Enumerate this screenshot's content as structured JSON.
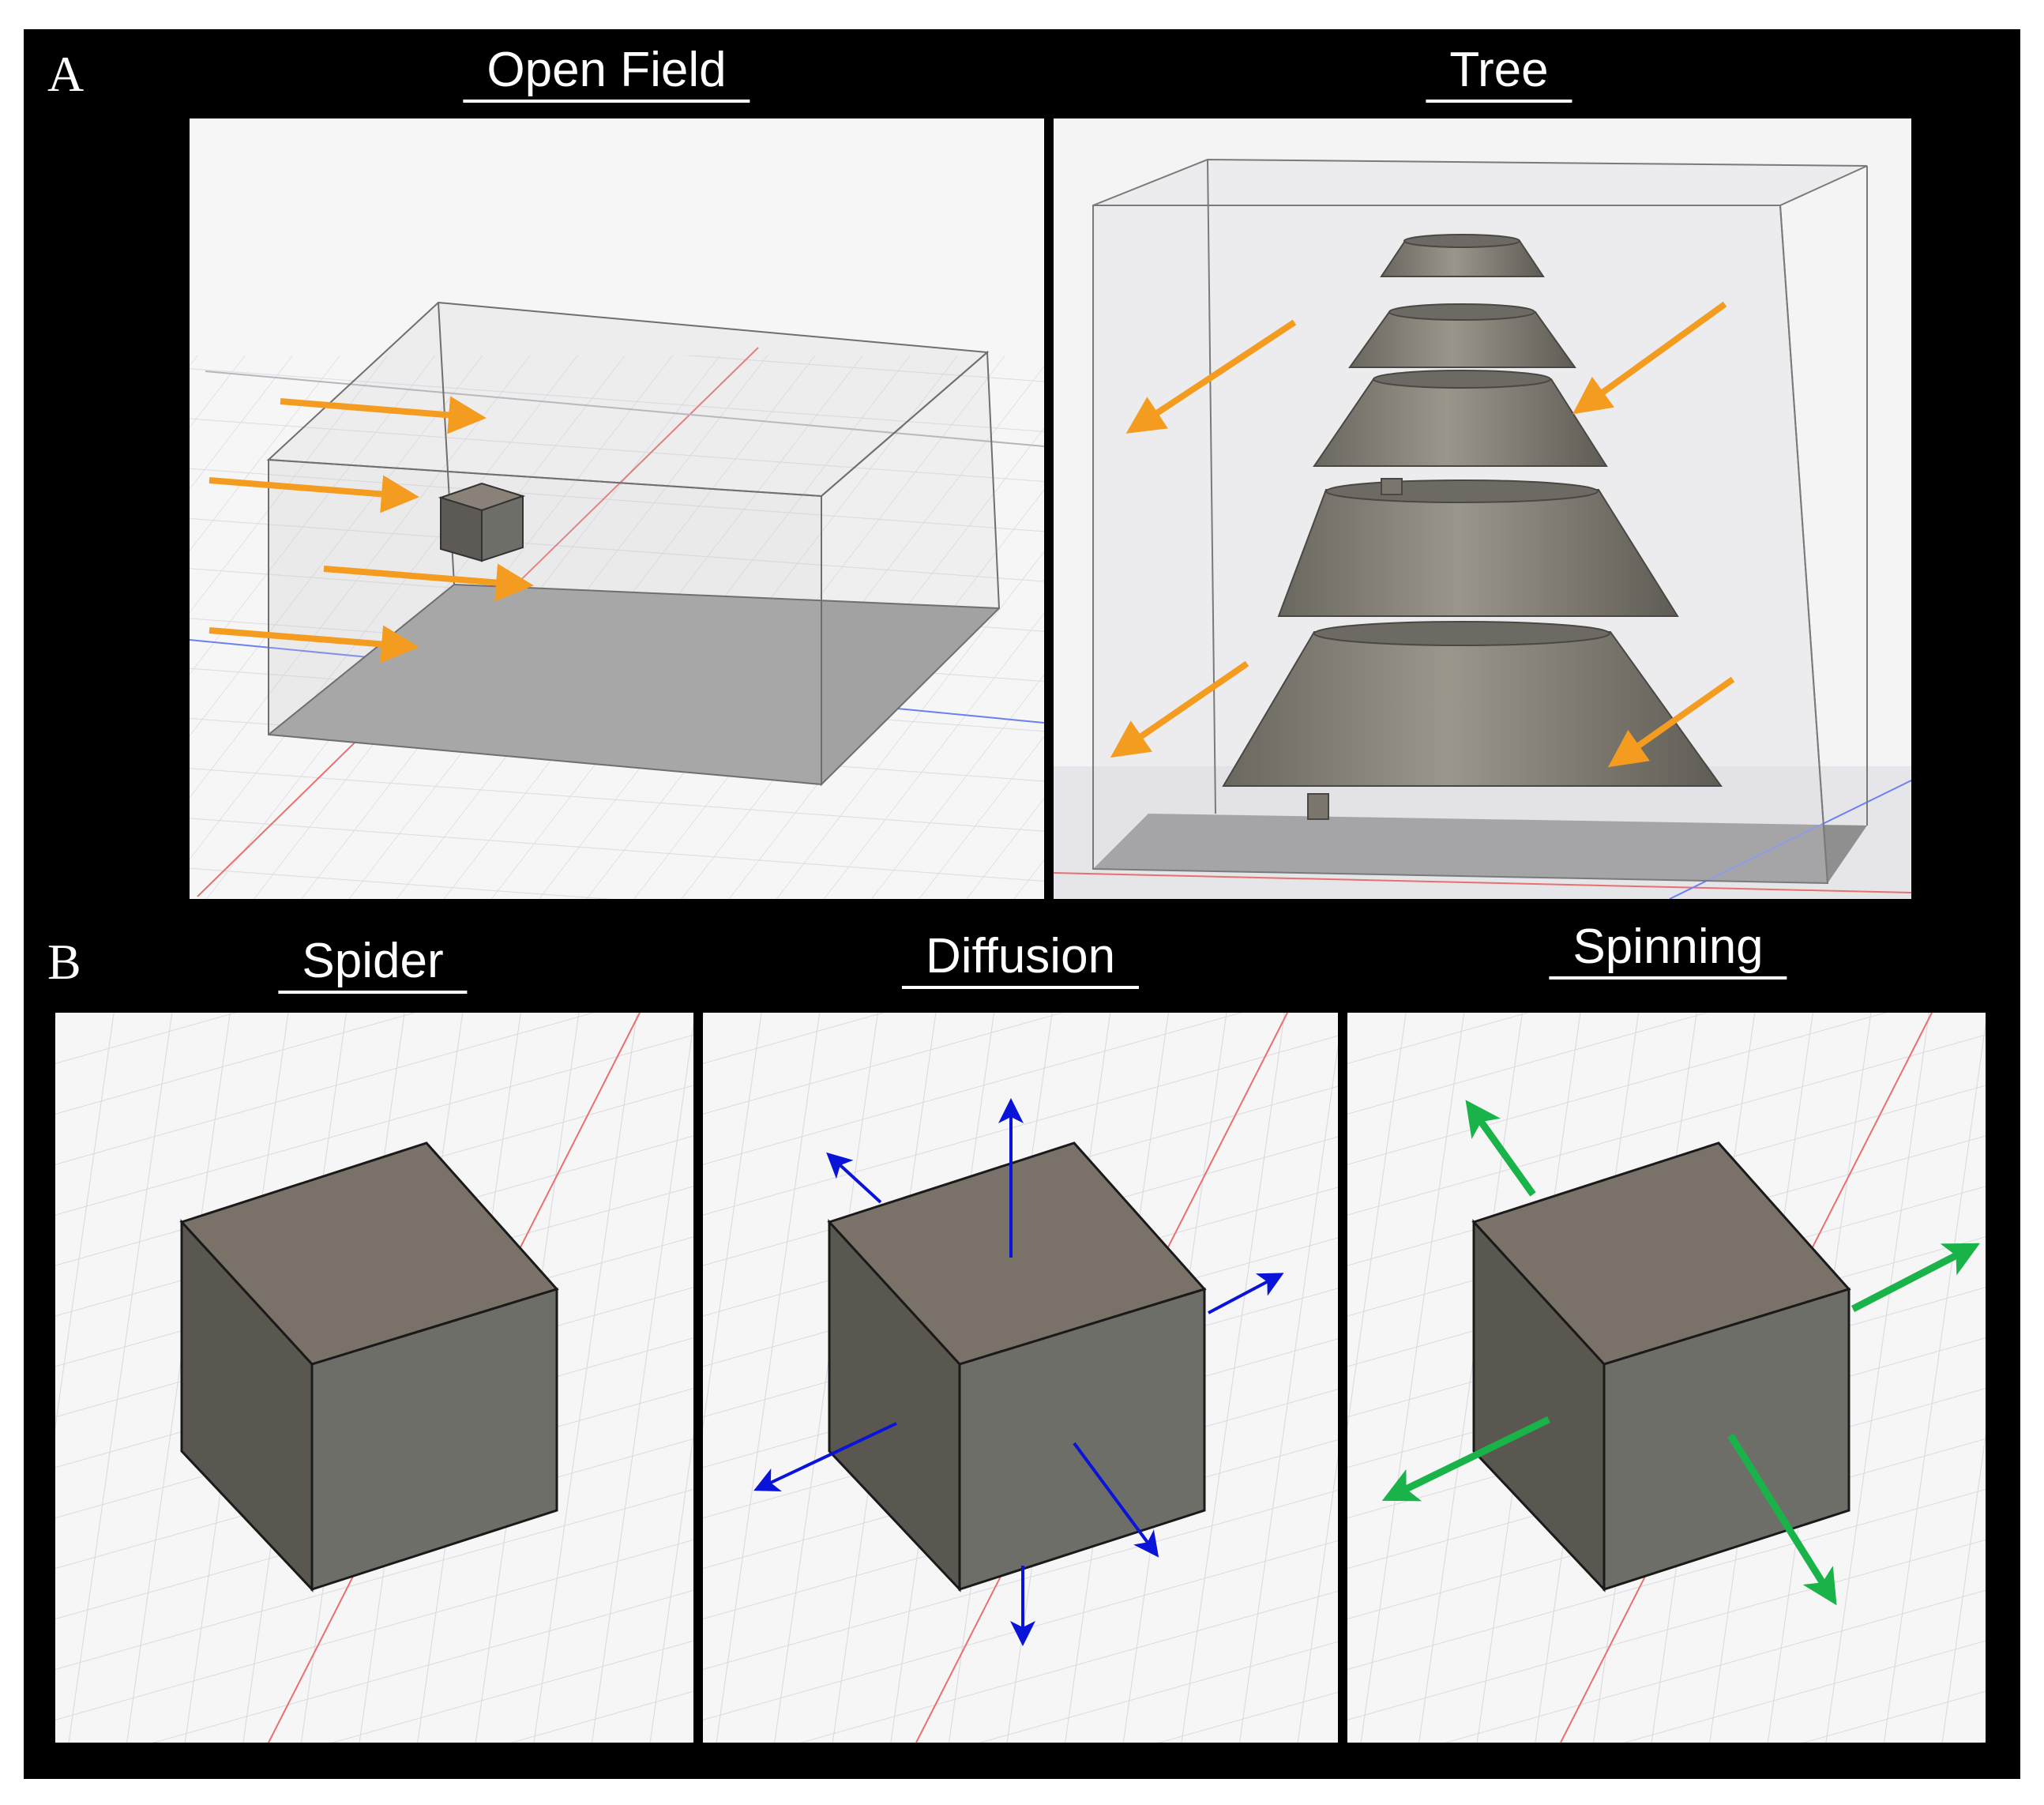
{
  "panel_a": {
    "letter": "A",
    "open_field": {
      "title": "Open Field"
    },
    "tree": {
      "title": "Tree"
    }
  },
  "panel_b": {
    "letter": "B",
    "spider": {
      "title": "Spider"
    },
    "diffusion": {
      "title": "Diffusion"
    },
    "spinning": {
      "title": "Spinning"
    }
  },
  "colors": {
    "frame": "#000000",
    "arrow_orange": "#f39c1f",
    "arrow_blue": "#0a14d8",
    "arrow_green": "#19b34a",
    "cube_top": "#7a7168",
    "cube_left": "#5a5650",
    "cube_right": "#6e6e68",
    "axis_red": "#e87070",
    "axis_blue": "#6c7ff0"
  }
}
